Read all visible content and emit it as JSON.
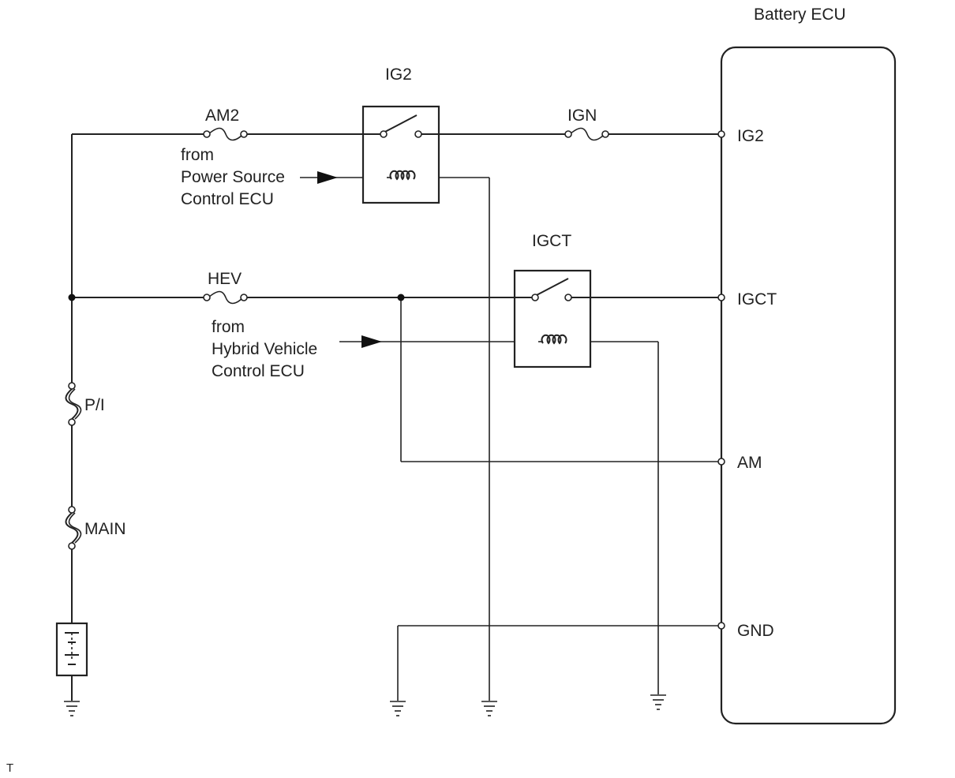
{
  "ecu": {
    "title": "Battery ECU",
    "pins": {
      "ig2": "IG2",
      "igct": "IGCT",
      "am": "AM",
      "gnd": "GND"
    }
  },
  "relays": {
    "ig2": "IG2",
    "igct": "IGCT"
  },
  "fuses": {
    "am2": "AM2",
    "ign": "IGN",
    "hev": "HEV",
    "pi": "P/I",
    "main": "MAIN"
  },
  "signals": {
    "power_source": [
      "from",
      "Power Source",
      "Control ECU"
    ],
    "hybrid_vehicle": [
      "from",
      "Hybrid Vehicle",
      "Control ECU"
    ]
  },
  "footer_mark": "T"
}
